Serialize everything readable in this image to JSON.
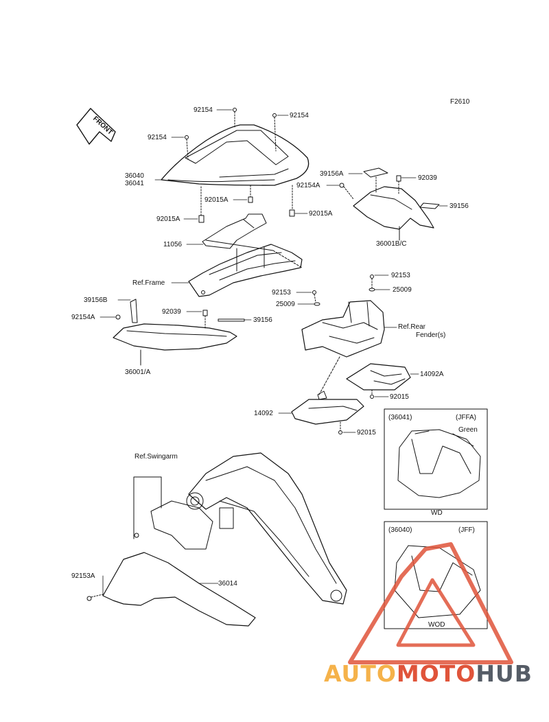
{
  "figure_id": "F2610",
  "front_marker": "FRONT",
  "parts": {
    "p92154_a": "92154",
    "p92154_b": "92154",
    "p92154_c": "92154",
    "p36040": "36040",
    "p36041": "36041",
    "p92015A_a": "92015A",
    "p92015A_b": "92015A",
    "p92015A_c": "92015A",
    "p11056": "11056",
    "ref_frame": "Ref.Frame",
    "p39156A": "39156A",
    "p92154A_a": "92154A",
    "p92039_a": "92039",
    "p39156_a": "39156",
    "p36001BC": "36001B/C",
    "p92153_a": "92153",
    "p25009_a": "25009",
    "p92153_b": "92153",
    "p25009_b": "25009",
    "ref_rear_fender_1": "Ref.Rear",
    "ref_rear_fender_2": "Fender(s)",
    "p39156B": "39156B",
    "p92154A_b": "92154A",
    "p92039_b": "92039",
    "p39156_b": "39156",
    "p36001A": "36001/A",
    "p14092A": "14092A",
    "p92015_a": "92015",
    "p14092": "14092",
    "p92015_b": "92015",
    "ref_swingarm": "Ref.Swingarm",
    "p92153A": "92153A",
    "p36014": "36014"
  },
  "inset_1": {
    "part": "(36041)",
    "code": "(JFFA)",
    "color_note": "Green",
    "caption": "WD"
  },
  "inset_2": {
    "part": "(36040)",
    "code": "(JFF)",
    "caption": "WOD"
  },
  "watermark": {
    "part1": "AUTO",
    "part2": "MOTO",
    "part3": "HUB"
  },
  "colors": {
    "line": "#111111",
    "watermark_red": "#e0543a",
    "watermark_orange": "#f5b24a",
    "watermark_gray": "#555c66"
  }
}
